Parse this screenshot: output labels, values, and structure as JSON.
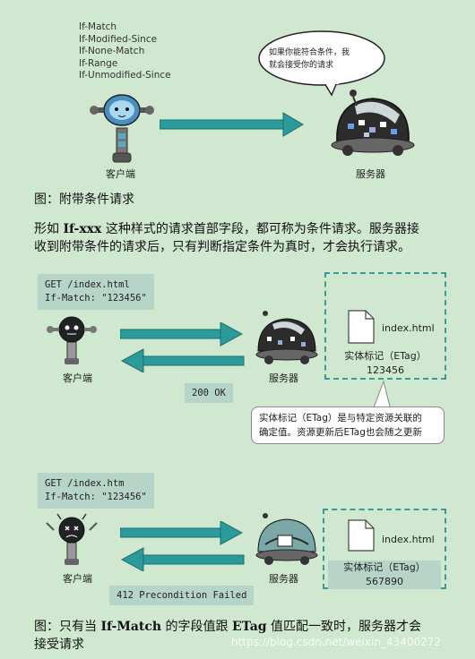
{
  "top": {
    "headers": [
      "If-Match",
      "If-Modified-Since",
      "If-None-Match",
      "If-Range",
      "If-Unmodified-Since"
    ],
    "bubble_line1": "如果你能符合条件，我",
    "bubble_line2": "就会接受你的请求",
    "client_label": "客户端",
    "server_label": "服务器"
  },
  "caption1": "图：附带条件请求",
  "paragraph": {
    "line1_prefix": "形如 ",
    "line1_bold": "If-xxx",
    "line1_suffix": " 这种样式的请求首部字段，都可称为条件请求。服务器接",
    "line2": "收到附带条件的请求后，只有判断指定条件为真时，才会执行请求。"
  },
  "example1": {
    "request": "GET /index.html\nIf-Match: \"123456\"",
    "client_label": "客户端",
    "server_label": "服务器",
    "response": "200 OK",
    "file_name": "index.html",
    "etag_label": "实体标记（ETag）",
    "etag_value": "123456",
    "note_line1": "实体标记（ETag）是与特定资源关联的",
    "note_line2": "确定值。资源更新后ETag也会随之更新"
  },
  "example2": {
    "request": "GET /index.htm\nIf-Match: \"123456\"",
    "client_label": "客户端",
    "server_label": "服务器",
    "response": "412 Precondition Failed",
    "file_name": "index.html",
    "etag_label": "实体标记（ETag）",
    "etag_value": "567890"
  },
  "caption2": {
    "prefix": "图：只有当 ",
    "bold1": "If-Match",
    "mid": " 的字段值跟 ",
    "bold2": "ETag",
    "suffix": " 值匹配一致时，服务器才会",
    "line2": "接受请求"
  },
  "watermark": "https://blog.csdn.net/weixin_43400272",
  "colors": {
    "background": "#cfe8cf",
    "arrow": "#2a9a9a",
    "box": "#b7d4c8",
    "dashed": "#3a9a96"
  }
}
